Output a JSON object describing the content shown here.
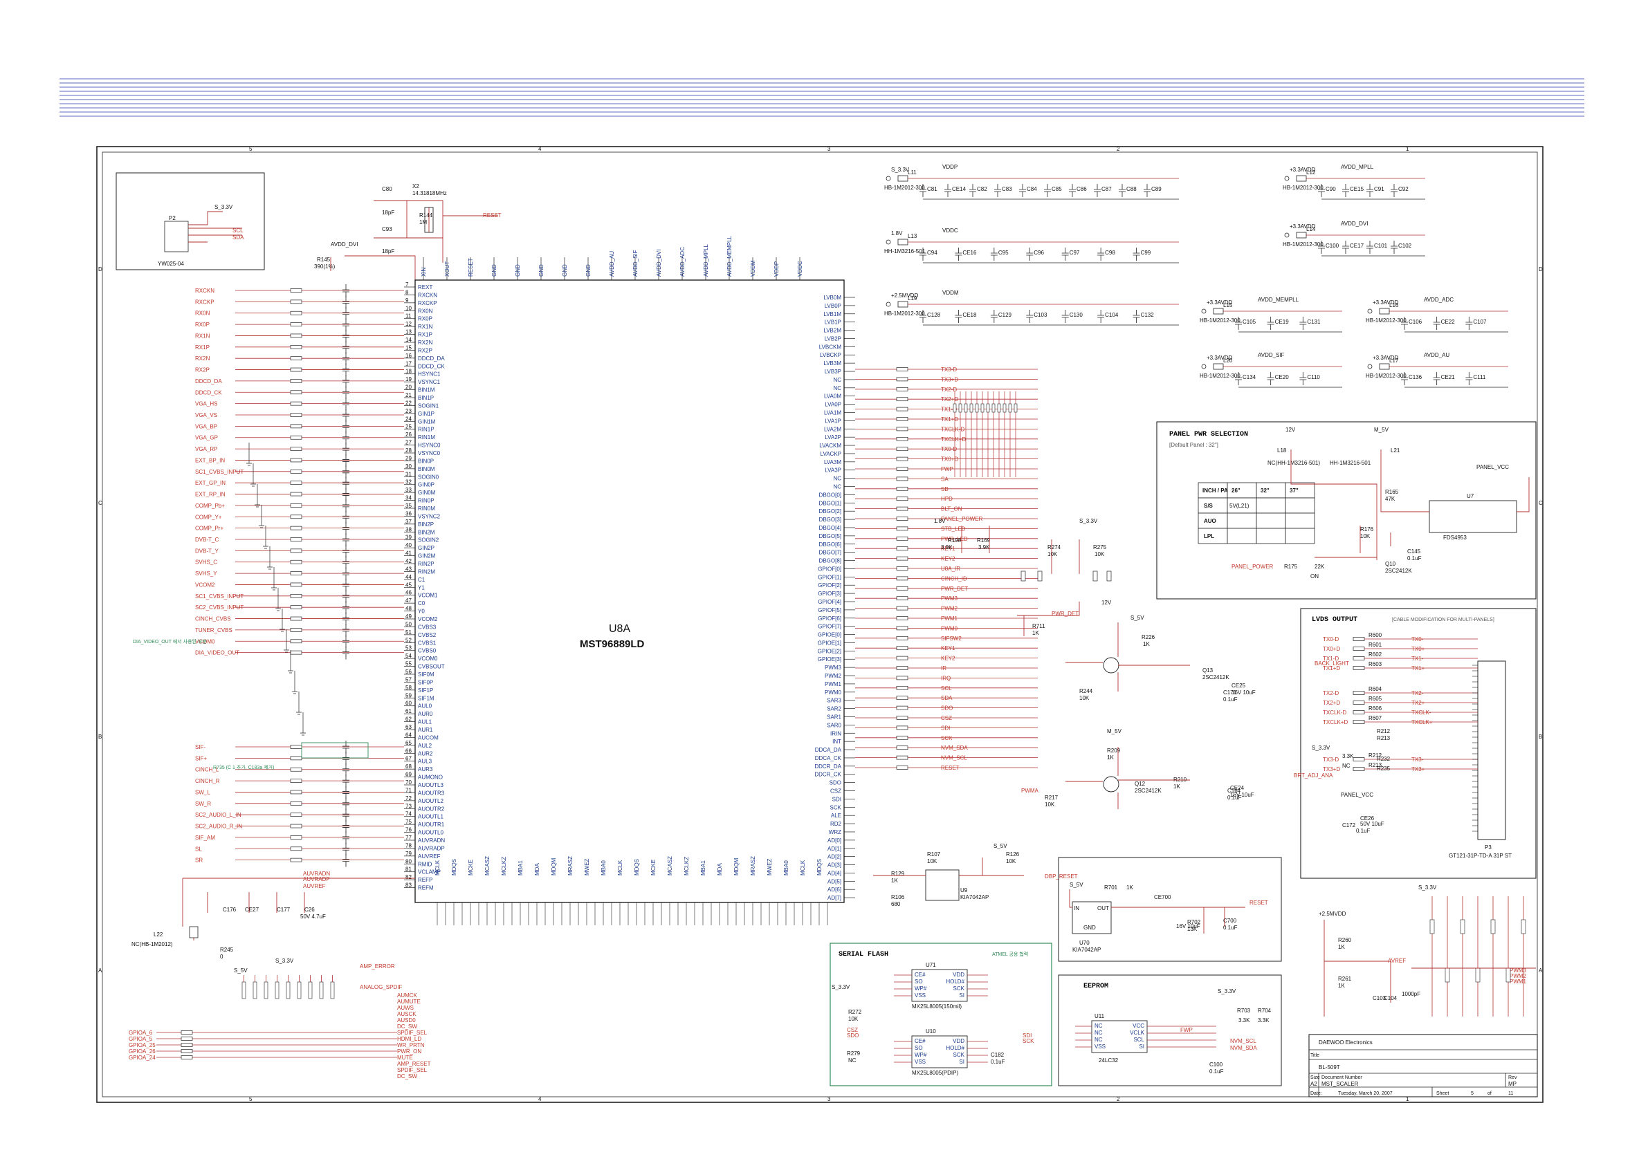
{
  "colors": {
    "wire": "#b03030",
    "ink": "#111111",
    "pinText": "#1a3a8c",
    "header": "#5a6abf",
    "box": "#2e8b57"
  },
  "header_lines": 10,
  "main_ic": {
    "ref": "U8A",
    "part": "MST96889LD",
    "left_pins": [
      "REXT",
      "RXCKN",
      "RXCKP",
      "RX0N",
      "RX0P",
      "RX1N",
      "RX1P",
      "RX2N",
      "RX2P",
      "DDCD_DA",
      "DDCD_CK",
      "HSYNC1",
      "VSYNC1",
      "BIN1M",
      "BIN1P",
      "SOGIN1",
      "GIN1P",
      "GIN1M",
      "RIN1P",
      "RIN1M",
      "HSYNC0",
      "VSYNC0",
      "BIN0P",
      "BIN0M",
      "SOGIN0",
      "GIN0P",
      "GIN0M",
      "RIN0P",
      "RIN0M",
      "VSYNC2",
      "BIN2P",
      "BIN2M",
      "SOGIN2",
      "GIN2P",
      "GIN2M",
      "RIN2P",
      "RIN2M",
      "C1",
      "Y1",
      "VCOM1",
      "C0",
      "Y0",
      "VCOM2",
      "CVBS3",
      "CVBS2",
      "CVBS1",
      "CVBS0",
      "VCOM0",
      "CVBSOUT",
      "SIF0M",
      "SIF0P",
      "SIF1P",
      "SIF1M",
      "AUL0",
      "AUR0",
      "AUL1",
      "AUR1",
      "AUCOM",
      "AUL2",
      "AUR2",
      "AUL3",
      "AUR3",
      "AUMONO",
      "AUOUTL3",
      "AUOUTR3",
      "AUOUTL2",
      "AUOUTR2",
      "AUOUTL1",
      "AUOUTR1",
      "AUOUTL0",
      "AUVRADN",
      "AUVRADP",
      "AUVREF",
      "RMID",
      "VCLAMP",
      "REFP",
      "REFM"
    ],
    "right_pins": [
      "LVB0M",
      "LVB0P",
      "LVB1M",
      "LVB1P",
      "LVB2M",
      "LVB2P",
      "LVBCKM",
      "LVBCKP",
      "LVB3M",
      "LVB3P",
      "NC",
      "NC",
      "LVA0M",
      "LVA0P",
      "LVA1M",
      "LVA1P",
      "LVA2M",
      "LVA2P",
      "LVACKM",
      "LVACKP",
      "LVA3M",
      "LVA3P",
      "NC",
      "NC",
      "DBGO[0]",
      "DBGO[1]",
      "DBGO[2]",
      "DBGO[3]",
      "DBGO[4]",
      "DBGO[5]",
      "DBGO[6]",
      "DBGO[7]",
      "DBGO[8]",
      "GPIOF[0]",
      "GPIOF[1]",
      "GPIOF[2]",
      "GPIOF[3]",
      "GPIOF[4]",
      "GPIOF[5]",
      "GPIOF[6]",
      "GPIOF[7]",
      "GPIOE[0]",
      "GPIOE[1]",
      "GPIOE[2]",
      "GPIOE[3]",
      "PWM3",
      "PWM2",
      "PWM1",
      "PWM0",
      "SAR3",
      "SAR2",
      "SAR1",
      "SAR0",
      "IRIN",
      "INT",
      "DDCA_DA",
      "DDCA_CK",
      "DDCR_DA",
      "DDCR_CK",
      "SDO",
      "CSZ",
      "SDI",
      "SCK",
      "ALE",
      "RD2",
      "WRZ",
      "AD[0]",
      "AD[1]",
      "AD[2]",
      "AD[3]",
      "AD[4]",
      "AD[5]",
      "AD[6]",
      "AD[7]"
    ],
    "top_pins": [
      "XIN",
      "XOUT",
      "RESET",
      "GND",
      "GND",
      "GND",
      "GND",
      "GND",
      "AVDD_AU",
      "AVDD_SIF",
      "AVDD_DVI",
      "AVDD_ADC",
      "AVDD_MPLL",
      "AVDD_MEMPLL",
      "VDDM",
      "VDDP",
      "VDDC"
    ],
    "bottom_pins": [
      "MCLK",
      "MDA",
      "MDQS",
      "MDQM",
      "MCKE",
      "MRASZ",
      "MCASZ",
      "MWEZ",
      "MCLKZ",
      "MBA0",
      "MBA1"
    ]
  },
  "left_nets": [
    "RXCKN",
    "RXCKP",
    "RX0N",
    "RX0P",
    "RX1N",
    "RX1P",
    "RX2N",
    "RX2P",
    "DDCD_DA",
    "DDCD_CK",
    "VGA_HS",
    "VGA_VS",
    "VGA_BP",
    "VGA_GP",
    "VGA_RP",
    "EXT_BP_IN",
    "SC1_CVBS_INPUT",
    "EXT_GP_IN",
    "EXT_RP_IN",
    "COMP_Pb+",
    "COMP_Y+",
    "COMP_Pr+",
    "DVB-T_C",
    "DVB-T_Y",
    "SVHS_C",
    "SVHS_Y",
    "VCOM2",
    "SC1_CVBS_INPUT",
    "SC2_CVBS_INPUT",
    "CINCH_CVBS",
    "TUNER_CVBS",
    "VCOM0",
    "DIA_VIDEO_OUT",
    "SIF-",
    "SIF+",
    "CINCH_L",
    "CINCH_R",
    "SW_L",
    "SW_R",
    "SC2_AUDIO_L_IN",
    "SC2_AUDIO_R_IN",
    "SIF_AM",
    "SL",
    "SR"
  ],
  "right_nets": [
    "TX3-D",
    "TX3+D",
    "TX2-D",
    "TX2+D",
    "TX1-D",
    "TX1+D",
    "TXCLK-D",
    "TXCLK+D",
    "TX0-D",
    "TX0+D",
    "FWP",
    "SA",
    "SB",
    "HPD",
    "BLT_ON",
    "PANEL_POWER",
    "STB_LED",
    "PWR_LED",
    "KEY1",
    "KEY2",
    "U8A_IR",
    "CINCH_ID",
    "PWR_DET",
    "PWM3",
    "PWM2",
    "PWM1",
    "PWM0",
    "SIFSW2",
    "KEY1",
    "KEY2",
    "IR",
    "IRQ",
    "SCL",
    "SDA",
    "SDO",
    "CSZ",
    "SDI",
    "SCK",
    "NVM_SDA",
    "NVM_SCL",
    "RESET"
  ],
  "power_blocks": [
    {
      "net": "S_3.3V",
      "ferrite": "L11",
      "part": "HB-1M2012-300",
      "rail": "VDDP",
      "caps": [
        "C81",
        "CE14",
        "C82",
        "C83",
        "C84",
        "C85",
        "C86",
        "C87",
        "C88",
        "C89"
      ]
    },
    {
      "net": "1.8V",
      "ferrite": "L13",
      "part": "HH-1M3216-501",
      "rail": "VDDC",
      "caps": [
        "C94",
        "CE16",
        "C95",
        "C96",
        "C97",
        "C98",
        "C99"
      ]
    },
    {
      "net": "+2.5MVDD",
      "ferrite": "L19",
      "part": "HB-1M2012-300",
      "rail": "VDDM",
      "caps": [
        "C128",
        "CE18",
        "C129",
        "C103",
        "C130",
        "C104",
        "C132"
      ]
    },
    {
      "net": "+3.3AVDD",
      "ferrite": "L12",
      "part": "HB-1M2012-300",
      "rail": "AVDD_MPLL",
      "caps": [
        "C90",
        "CE15",
        "C91",
        "C92"
      ]
    },
    {
      "net": "+3.3AVDD",
      "ferrite": "L14",
      "part": "HB-1M2012-300",
      "rail": "AVDD_DVI",
      "caps": [
        "C100",
        "CE17",
        "C101",
        "C102"
      ]
    },
    {
      "net": "+3.3AVDD",
      "ferrite": "L15",
      "part": "HB-1M2012-300",
      "rail": "AVDD_MEMPLL",
      "caps": [
        "C105",
        "CE19",
        "C131"
      ]
    },
    {
      "net": "+3.3AVDD",
      "ferrite": "L16",
      "part": "HB-1M2012-300",
      "rail": "AVDD_ADC",
      "caps": [
        "C106",
        "CE22",
        "C107"
      ]
    },
    {
      "net": "+3.3AVDD",
      "ferrite": "L20",
      "part": "HB-1M2012-300",
      "rail": "AVDD_SIF",
      "caps": [
        "C134",
        "CE20",
        "C110"
      ]
    },
    {
      "net": "+3.3AVDD",
      "ferrite": "L17",
      "part": "HB-1M2012-300",
      "rail": "AVDD_AU",
      "caps": [
        "C136",
        "CE21",
        "C111"
      ]
    }
  ],
  "panel_pwr": {
    "title": "PANEL PWR SELECTION",
    "subtitle": "[Default Panel : 32\"]",
    "table_header": [
      "INCH / PANEL",
      "26\"",
      "32\"",
      "37\""
    ],
    "rows": [
      {
        "panel": "S/S",
        "values": [
          "5V(L21)",
          "",
          ""
        ]
      },
      {
        "panel": "AUO",
        "values": [
          "",
          "",
          ""
        ]
      },
      {
        "panel": "LPL",
        "values": [
          "",
          "",
          ""
        ]
      }
    ],
    "labels": [
      "12V",
      "M_5V",
      "L18",
      "L21",
      "NC(HH-1M3216-501)",
      "HH-1M3216-501",
      "PANEL_VCC",
      "U7",
      "FDS4953",
      "R165",
      "47K",
      "R176",
      "10K",
      "Q10",
      "2SC2412K",
      "C145",
      "0.1uF",
      "PANEL_POWER",
      "R175",
      "22K",
      "ON"
    ]
  },
  "lvds": {
    "title": "LVDS OUTPUT",
    "note": "[CABLE MODIFICATION FOR MULTI-PANELS]",
    "connector": "P3",
    "connector_part": "GT121-31P-TD-A 31P ST",
    "signals": [
      "TX0-D",
      "TX0+D",
      "TX1-D",
      "TX1+D",
      "TX2-D",
      "TX2+D",
      "TXCLK-D",
      "TXCLK+D",
      "TX3-D",
      "TX3+D"
    ],
    "right_labels": [
      "TX0-",
      "TX0+",
      "TX1-",
      "TX1+",
      "TX2-",
      "TX2+",
      "TXCLK-",
      "TXCLK+",
      "TX3-",
      "TX3+"
    ],
    "resistors": [
      "R600",
      "R601",
      "R602",
      "R603",
      "R604",
      "R605",
      "R606",
      "R607",
      "R212",
      "R213",
      "R232",
      "R235"
    ],
    "misc": [
      "S_3.3V",
      "3.3K",
      "NC",
      "PANEL_VCC",
      "C172",
      "0.1uF",
      "CE26",
      "50V 10uF"
    ]
  },
  "serial_flash": {
    "title": "SERIAL FLASH",
    "note": "ATMEL 공용 협력",
    "ics": [
      {
        "ref": "U71",
        "part": "MX25L8005(150mil)",
        "left": [
          "CE#",
          "SO",
          "WP#",
          "VSS"
        ],
        "right": [
          "VDD",
          "HOLD#",
          "SCK",
          "SI"
        ]
      },
      {
        "ref": "U10",
        "part": "MX25L8005(PDIP)",
        "left": [
          "CE#",
          "SO",
          "WP#",
          "VSS"
        ],
        "right": [
          "VDD",
          "HOLD#",
          "SCK",
          "SI"
        ]
      }
    ],
    "labels": [
      "S_3.3V",
      "R272",
      "10K",
      "R279",
      "NC",
      "C182",
      "0.1uF",
      "CSZ",
      "SDO",
      "SDI",
      "SCK"
    ]
  },
  "eeprom": {
    "title": "EEPROM",
    "ic": {
      "ref": "U11",
      "part": "24LC32",
      "left": [
        "NC",
        "NC",
        "NC",
        "VSS"
      ],
      "right": [
        "VCC",
        "VCLK",
        "SCL",
        "SI"
      ]
    },
    "labels": [
      "S_3.3V",
      "R703",
      "R704",
      "3.3K",
      "3.3K",
      "FWP",
      "NVM_SCL",
      "NVM_SDA",
      "C100",
      "0.1uF"
    ]
  },
  "reset_block": {
    "labels": [
      "S_5V",
      "R701",
      "1K",
      "U70",
      "KIA7042AP",
      "IN",
      "OUT",
      "GND",
      "CE700",
      "16V 10uF",
      "R702",
      "13K",
      "C700",
      "0.1uF",
      "RESET"
    ]
  },
  "title_block": {
    "company": "DAEWOO Electronics",
    "title_label": "Title",
    "title": "BL-509T",
    "size_label": "Size",
    "size": "A2",
    "docnum_label": "Document Number",
    "docnum": "MST_SCALER",
    "rev_label": "Rev",
    "rev": "MP",
    "date_label": "Date:",
    "date": "Tuesday, March 20, 2007",
    "sheet_label": "Sheet",
    "sheet": "5",
    "of_label": "of",
    "of": "11"
  },
  "misc_labels": {
    "p2": [
      "P2",
      "S_3.3V",
      "SCL",
      "SDA",
      "YW025-04"
    ],
    "xtal": [
      "C80",
      "X2",
      "14.31818MHz",
      "18pF",
      "C93",
      "R144",
      "1M",
      "18pF",
      "AVDD_DVI",
      "RESET",
      "R145",
      "390(1%)"
    ],
    "korean_notes": [
      "DIA_VIDEO_OUT 에서 사용된 부분",
      "R735 (C 1 추가, C183a 제거)"
    ],
    "bottom_left": [
      "AMP_ERROR",
      "ANALOG_SPDIF",
      "AUMCK",
      "AUMUTE",
      "AUWS",
      "AUSCK",
      "AUSD0",
      "DC_SW",
      "SPDIF_SEL",
      "HDMI_LD",
      "WR_PRTN",
      "PWR_ON",
      "MUTE",
      "AMP_RESET",
      "SPDIF_SEL",
      "DC_SW",
      "S_5V",
      "S_3.3V",
      "GPIOA_6",
      "GPIOA_5",
      "GPIOA_25",
      "GPIOA_26",
      "GPIOA_24"
    ],
    "audio_refs": [
      "AUVRADN",
      "AUVRADP",
      "AUVREF",
      "L22",
      "NC(HB-1M2012)",
      "R245",
      "0",
      "C176",
      "CE27",
      "C177",
      "C26",
      "50V 4.7uF"
    ],
    "bottom_right": [
      "+2.5MVDD",
      "R260",
      "1K",
      "R261",
      "1K",
      "S_3.3V",
      "PWM3",
      "PWM2",
      "PWM1",
      "AVREF",
      "C103",
      "C104",
      "1000pF"
    ],
    "mid_right": [
      "1.8V",
      "R198",
      "3.9K",
      "R169",
      "3.9K",
      "S_3.3V",
      "R274",
      "10K",
      "R275",
      "10K",
      "S_5V",
      "R226",
      "1K",
      "Q13",
      "2SC2412K",
      "BACK_LIGHT",
      "R244",
      "10K",
      "C171",
      "0.1uF",
      "CE25",
      "16V 10uF",
      "M_5V",
      "R209",
      "1K",
      "Q12",
      "2SC2412K",
      "R210",
      "1K",
      "BRT_ADJ_ANA",
      "R217",
      "10K",
      "C164",
      "0.1uF",
      "CE24",
      "16V 10uF",
      "12V",
      "R711",
      "1K",
      "PWR_DET",
      "R129",
      "1K",
      "R107",
      "10K",
      "R126",
      "10K",
      "U9",
      "KIA7042AP",
      "DBP_RESET",
      "R106",
      "680",
      "S_5V",
      "PWMA"
    ],
    "grid_cols": [
      "5",
      "4",
      "3",
      "2",
      "1"
    ],
    "grid_rows": [
      "D",
      "C",
      "B",
      "A"
    ]
  }
}
